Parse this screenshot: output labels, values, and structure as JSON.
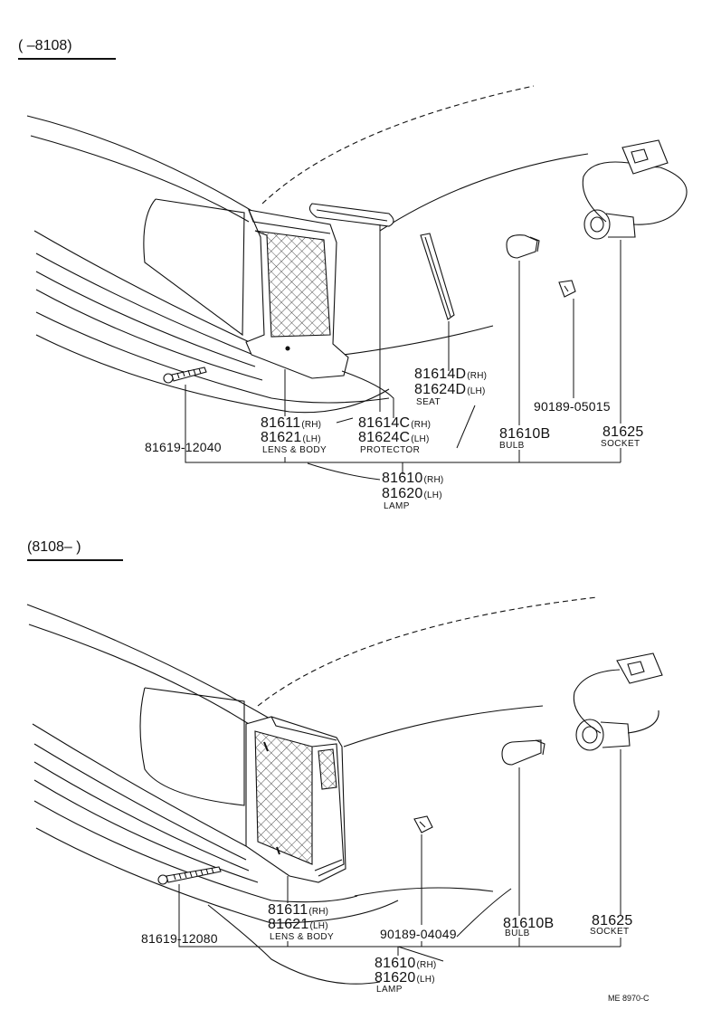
{
  "top": {
    "header": "(      –8108)",
    "labels": {
      "p81614D": {
        "num": "81614D",
        "sfx": "(RH)"
      },
      "p81624D": {
        "num": "81624D",
        "sfx": "(LH)"
      },
      "seat": "SEAT",
      "p90189": "90189-05015",
      "p81611": {
        "num": "81611",
        "sfx": "(RH)"
      },
      "p81621": {
        "num": "81621",
        "sfx": "(LH)"
      },
      "lens": "LENS & BODY",
      "p81614C": {
        "num": "81614C",
        "sfx": "(RH)"
      },
      "p81624C": {
        "num": "81624C",
        "sfx": "(LH)"
      },
      "protector": "PROTECTOR",
      "p81610B": "81610B",
      "bulb": "BULB",
      "p81625": "81625",
      "socket": "SOCKET",
      "p81619": "81619-12040",
      "p81610": {
        "num": "81610",
        "sfx": "(RH)"
      },
      "p81620": {
        "num": "81620",
        "sfx": "(LH)"
      },
      "lamp": "LAMP"
    }
  },
  "bottom": {
    "header": "(8108–      )",
    "labels": {
      "p81611": {
        "num": "81611",
        "sfx": "(RH)"
      },
      "p81621": {
        "num": "81621",
        "sfx": "(LH)"
      },
      "lens": "LENS & BODY",
      "p81619": "81619-12080",
      "p90189": "90189-04049",
      "p81610B": "81610B",
      "bulb": "BULB",
      "p81625": "81625",
      "socket": "SOCKET",
      "p81610": {
        "num": "81610",
        "sfx": "(RH)"
      },
      "p81620": {
        "num": "81620",
        "sfx": "(LH)"
      },
      "lamp": "LAMP"
    }
  },
  "code": "ME 8970-C"
}
